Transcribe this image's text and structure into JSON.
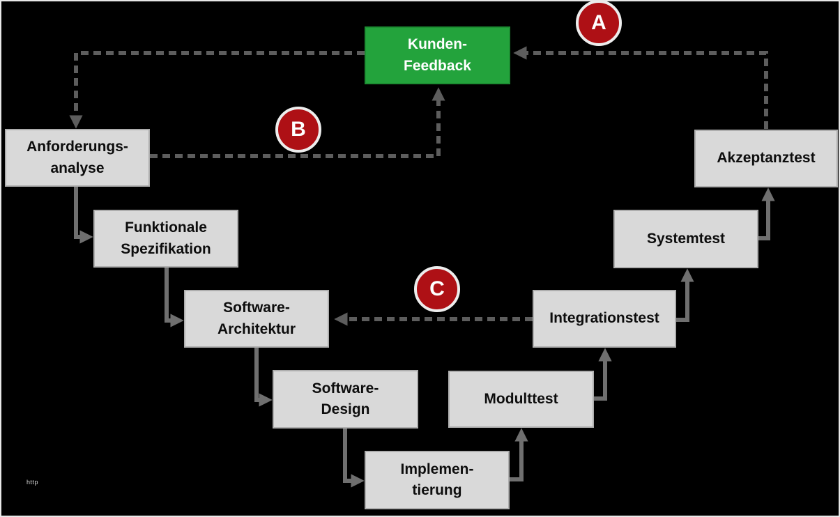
{
  "nodes": {
    "kunden_feedback": {
      "label": "Kunden-\nFeedback"
    },
    "anforderungsanalyse": {
      "label": "Anforderungs-\nanalyse"
    },
    "funktionale_spezifikation": {
      "label": "Funktionale\nSpezifikation"
    },
    "software_architektur": {
      "label": "Software-\nArchitektur"
    },
    "software_design": {
      "label": "Software-\nDesign"
    },
    "implementierung": {
      "label": "Implemen-\ntierung"
    },
    "modultest": {
      "label": "Modulttest"
    },
    "integrationstest": {
      "label": "Integrationstest"
    },
    "systemtest": {
      "label": "Systemtest"
    },
    "akzeptanztest": {
      "label": "Akzeptanztest"
    }
  },
  "badges": {
    "a": "A",
    "b": "B",
    "c": "C"
  },
  "watermark": "http",
  "colors": {
    "background": "#000000",
    "box_fill": "#d9d9d9",
    "box_border": "#aeaeae",
    "feedback_fill": "#23a33c",
    "badge_fill": "#ae1015",
    "badge_ring": "#ededed",
    "arrow_solid": "#6f6f6f",
    "arrow_dashed": "#5d5d5d"
  }
}
